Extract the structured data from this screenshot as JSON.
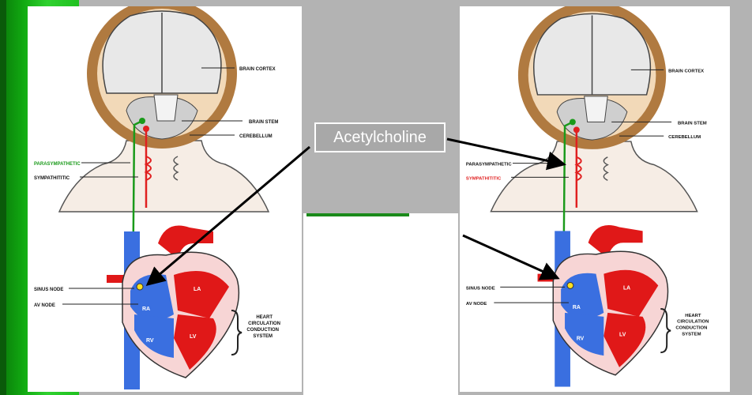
{
  "callout": {
    "label": "Acetylcholine"
  },
  "diagram_left": {
    "brain_cortex": "BRAIN CORTEX",
    "brain_stem": "BRAIN STEM",
    "cerebellum": "CEREBELLUM",
    "parasympathetic": "PARASYMPATHETIC",
    "sympathetic": "SYMPATHITITIC",
    "sinus_node": "SINUS NODE",
    "av_node": "AV NODE",
    "heart_line1": "HEART",
    "heart_line2": "CIRCULATION",
    "heart_line3": "CONDUCTION",
    "heart_line4": "SYSTEM",
    "chamber_ra": "RA",
    "chamber_la": "LA",
    "chamber_lv": "LV",
    "chamber_rv": "RV"
  },
  "diagram_right": {
    "brain_cortex": "BRAIN CORTEX",
    "brain_stem": "BRAIN STEM",
    "cerebellum": "CEREBELLUM",
    "parasympathetic": "PARASYMPATHETIC",
    "sympathetic": "SYMPATHITITIC",
    "sinus_node": "SINUS NODE",
    "av_node": "AV NODE",
    "heart_line1": "HEART",
    "heart_line2": "CIRCULATION",
    "heart_line3": "CONDUCTION",
    "heart_line4": "SYSTEM",
    "chamber_ra": "RA",
    "chamber_la": "LA",
    "chamber_lv": "LV",
    "chamber_rv": "RV"
  },
  "colors": {
    "parasympathetic": "#1a9a1a",
    "sympathetic": "#e02020",
    "vessel_blue": "#3a6fe0",
    "vessel_red": "#e01818",
    "skull": "#b07a40"
  }
}
